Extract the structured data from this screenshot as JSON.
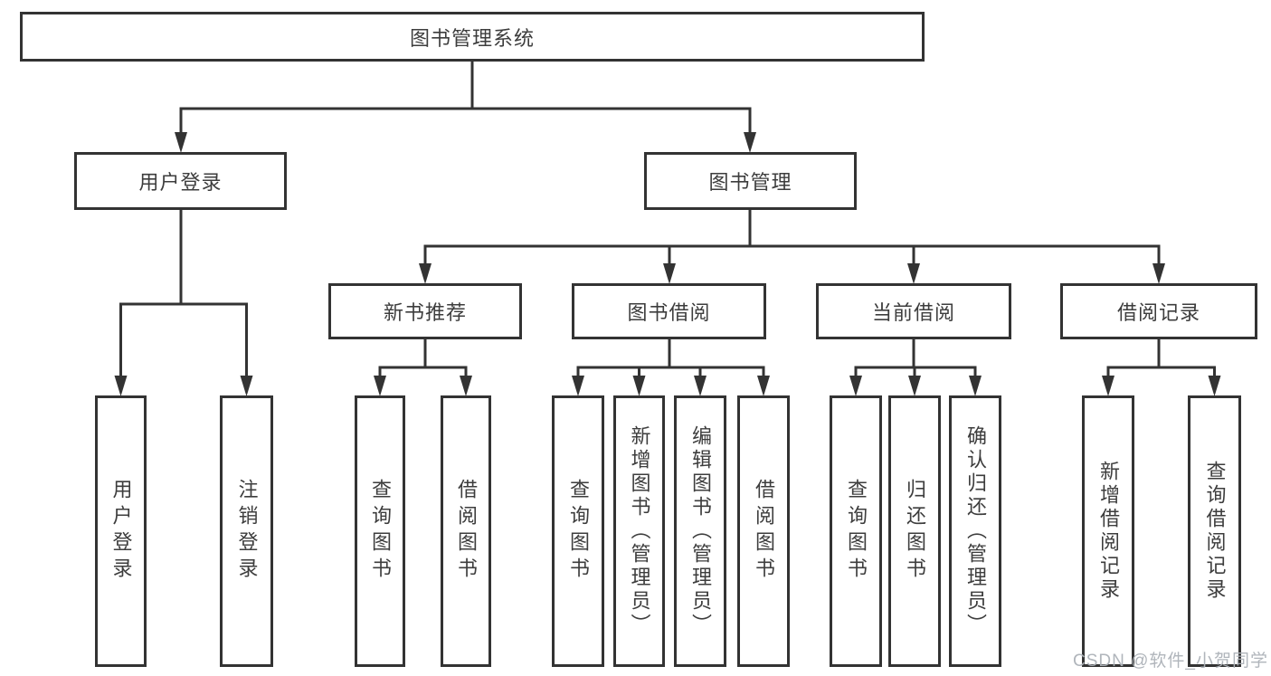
{
  "diagram_title": "图书管理系统",
  "tree": {
    "root": {
      "label": "图书管理系统",
      "children": [
        {
          "label": "用户登录",
          "children": [
            {
              "label": "用户登录"
            },
            {
              "label": "注销登录"
            }
          ]
        },
        {
          "label": "图书管理",
          "children": [
            {
              "label": "新书推荐",
              "children": [
                {
                  "label": "查询图书"
                },
                {
                  "label": "借阅图书"
                }
              ]
            },
            {
              "label": "图书借阅",
              "children": [
                {
                  "label": "查询图书"
                },
                {
                  "label": "新增图书（管理员）"
                },
                {
                  "label": "编辑图书（管理员）"
                },
                {
                  "label": "借阅图书"
                }
              ]
            },
            {
              "label": "当前借阅",
              "children": [
                {
                  "label": "查询图书"
                },
                {
                  "label": "归还图书"
                },
                {
                  "label": "确认归还（管理员）"
                }
              ]
            },
            {
              "label": "借阅记录",
              "children": [
                {
                  "label": "新增借阅记录"
                },
                {
                  "label": "查询借阅记录"
                }
              ]
            }
          ]
        }
      ]
    }
  },
  "watermark": {
    "text": "CSDN @软件_小贺同学"
  },
  "colors": {
    "line": "#333333",
    "text": "#3d3d3d",
    "watermark": "#acb1b7",
    "background": "#ffffff"
  }
}
